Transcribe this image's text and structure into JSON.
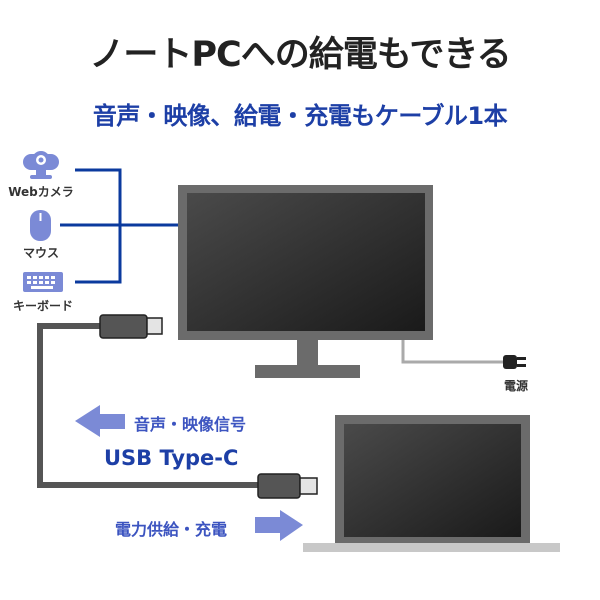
{
  "title": "ノートPCへの給電もできる",
  "subtitle": "音声・映像、給電・充電もケーブル1本",
  "peripherals": [
    {
      "label": "Webカメラ",
      "icon": "webcam-icon"
    },
    {
      "label": "マウス",
      "icon": "mouse-icon"
    },
    {
      "label": "キーボード",
      "icon": "keyboard-icon"
    }
  ],
  "power_label": "電源",
  "signal_label": "音声・映像信号",
  "cable_label": "USB Type-C",
  "charge_label": "電力供給・充電",
  "colors": {
    "accent": "#1d3fa6",
    "icon": "#7b8ad6",
    "line": "#0b3a9e",
    "cable": "#555555"
  }
}
